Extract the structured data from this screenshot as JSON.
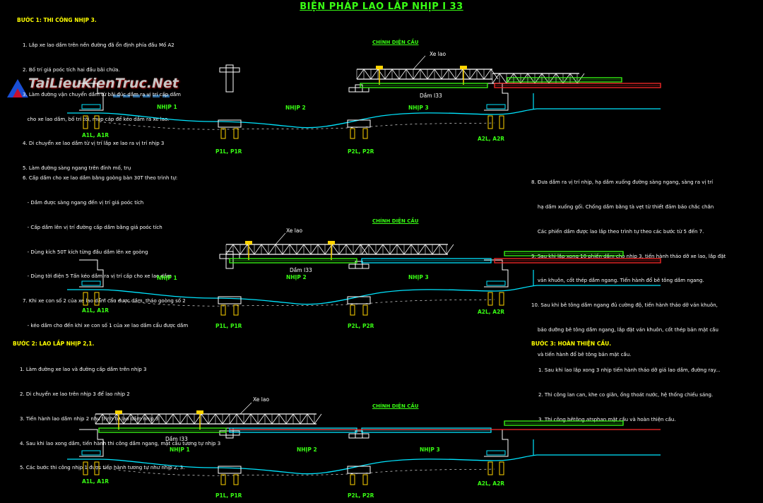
{
  "title": "BIỆN PHÁP LAO LẮP NHỊP I 33",
  "watermark": "TaiLieuKienTruc.Net",
  "colors": {
    "ground": "#00e5ff",
    "truss": "#ffffff",
    "beam": "#39ff14",
    "existing_deck": "#ff2a2a",
    "jack": "#ffd400"
  },
  "step1": {
    "title": "BƯỚC 1: THI CÔNG NHỊP 3.",
    "items": [
      "1. Lắp xe lao dầm trên nền đường đã ổn định phía đầu Mố A2",
      "2. Bố trí giá poóc tích hai đầu bãi chứa.",
      "3. Làm đường vận chuyển dầm từ bãi đúc dầm ra vị trí cấp dầm",
      "   cho xe lao dầm, bố trí tời, múp cáp để kéo dầm ra xe lao.",
      "4. Di chuyển xe lao dầm từ vị trí lắp xe lao ra vị trí nhịp 3",
      "5. Làm đường sàng ngang trên đỉnh mố, trụ"
    ]
  },
  "notes_left": [
    "6. Cấp dầm cho xe lao dầm bằng goòng bàn 30T theo trình tự:",
    "   - Dầm được sàng ngang đến vị trí giá poóc tích",
    "   - Cấp dầm lên vị trí đường cấp dầm bằng giá poóc tích",
    "   - Dùng kích 50T kích từng đầu dầm lên xe goòng",
    "   - Dùng tời điện 5 Tấn kéo dầm ra vị trí cấp cho xe lao dầm",
    "7. Khi xe con số 2 của xe lao dầm cẩu được dầm, tháo goòng số 2",
    "   - kéo dầm cho đến khi xe con số 1 của xe lao dầm cẩu được dầm"
  ],
  "notes_right": [
    "8. Đưa dầm ra vị trí nhịp, hạ dầm xuống đường sàng ngang, sàng ra vị trí",
    "    hạ dầm xuống gối. Chống dầm bằng tà vẹt từ thiết đảm bảo chắc chắn",
    "    Các phiến dầm được lao lắp theo trình tự theo các bước từ 5 đến 7.",
    "9. Sau khi lắp xong 10 phiến dầm cho nhịp 3, tiến hành tháo dỡ xe lao, lắp đặt",
    "    ván khuôn, cốt thép dầm ngang. Tiến hành đổ bê tông dầm ngang.",
    "10. Sau khi bê tông dầm ngang đủ cường độ, tiến hành tháo dỡ ván khuôn,",
    "    bảo dưỡng bê tông dầm ngang, lắp đặt ván khuôn, cốt thép bản mặt cầu",
    "    và tiến hành đổ bê tông bản mặt cầu."
  ],
  "step2": {
    "title": "BƯỚC 2: LAO LẮP NHỊP 2,1.",
    "items": [
      "1. Làm đường xe lao và đường cấp dầm trên nhịp 3",
      "2. Di chuyển xe lao trên nhịp 3 để lao nhịp 2",
      "3. Tiến hành lao dầm nhịp 2 như trình tự lao dầm nhịp 3",
      "4. Sau khi lao xong dầm, tiến hành thi công dầm ngang, mặt cầu tương tự nhịp 3",
      "5. Các bước thi công nhịp 1 được tiến hành tương tự như nhịp 2, 3."
    ]
  },
  "step3": {
    "title": "BƯỚC 3: HOÀN THIỆN CẦU.",
    "items": [
      "1. Sau khi lao lắp xong 3 nhịp tiến hành tháo dỡ giá lao dầm, đường ray...",
      "2. Thi công lan can, khe co giãn, ống thoát nước, hệ thống chiếu sáng.",
      "3. Thi công bêtông atsphan mặt cầu và hoàn thiện cầu."
    ]
  },
  "diagrams": [
    {
      "heading": "CHÍNH DIỆN CẦU",
      "crane_label": "Xe lao",
      "beam_label": "Dầm I33",
      "span_labels": [
        "NHỊP 1",
        "NHỊP 2",
        "NHỊP 3"
      ],
      "support_labels": [
        "A1L, A1R",
        "P1L, P1R",
        "P2L, P2R",
        "A2L, A2R"
      ]
    },
    {
      "heading": "CHÍNH DIỆN CẦU",
      "crane_label": "Xe lao",
      "beam_label": "Dầm I33",
      "span_labels": [
        "NHỊP 1",
        "NHỊP 2",
        "NHỊP 3"
      ],
      "support_labels": [
        "A1L, A1R",
        "P1L, P1R",
        "P2L, P2R",
        "A2L, A2R"
      ]
    },
    {
      "heading": "CHÍNH DIỆN CẦU",
      "crane_label": "Xe lao",
      "beam_label": "Dầm I33",
      "span_labels": [
        "NHỊP 1",
        "NHỊP 2",
        "NHỊP 3"
      ],
      "support_labels": [
        "A1L, A1R",
        "P1L, P1R",
        "P2L, P2R",
        "A2L, A2R"
      ]
    }
  ]
}
